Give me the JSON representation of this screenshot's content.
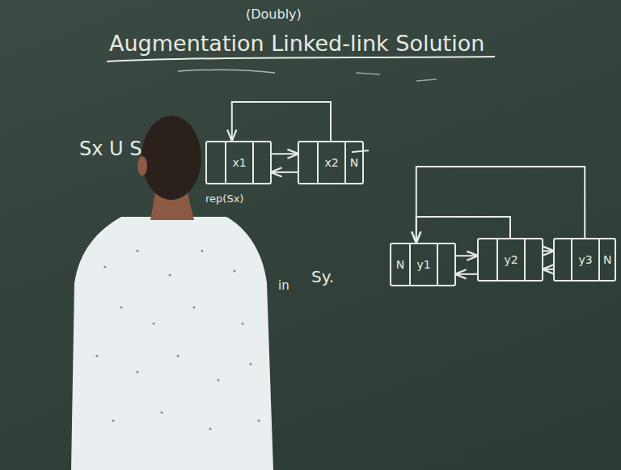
{
  "diagram": {
    "title": "Augmentation Linked-link Solution",
    "nodes": [
      {
        "text": [
          "x1"
        ]
      },
      {
        "text": [
          "x2",
          "N"
        ]
      },
      {
        "text": [
          "N",
          "y1"
        ]
      },
      {
        "text": [
          "y2"
        ]
      },
      {
        "text": [
          "y3",
          "N"
        ]
      }
    ],
    "edges": [
      {
        "from": 0,
        "to": 1,
        "arrow": "to"
      },
      {
        "from": 1,
        "to": 0,
        "arrow": "to"
      },
      {
        "from": 1,
        "to": 0,
        "arrow": "to"
      },
      {
        "from": 2,
        "to": 3,
        "arrow": "to"
      },
      {
        "from": 3,
        "to": 2,
        "arrow": "to"
      },
      {
        "from": 3,
        "to": 4,
        "arrow": "to"
      },
      {
        "from": 4,
        "to": 3,
        "arrow": "to"
      },
      {
        "from": 3,
        "to": 2,
        "arrow": "to"
      },
      {
        "from": 4,
        "to": 2,
        "arrow": "to"
      }
    ],
    "labels": [
      "(Doubly)",
      "Sx U S",
      "rep(Sx)",
      "in",
      "Sy."
    ]
  }
}
